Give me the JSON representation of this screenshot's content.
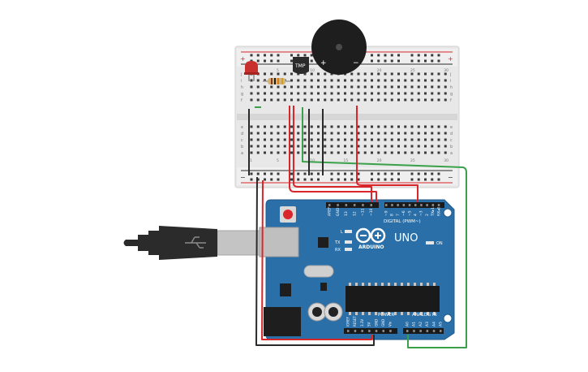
{
  "breadboard": {
    "columns": [
      "1",
      "5",
      "10",
      "15",
      "20",
      "25",
      "30"
    ],
    "rows_top": [
      "j",
      "i",
      "h",
      "g",
      "f"
    ],
    "rows_bottom": [
      "e",
      "d",
      "c",
      "b",
      "a"
    ],
    "rail_plus": "+",
    "rail_minus": "−"
  },
  "sensor": {
    "label": "TMP"
  },
  "buzzer": {
    "plus": "+",
    "minus": "−"
  },
  "arduino": {
    "brand": "ARDUINO",
    "model": "UNO",
    "digital_label": "DIGITAL (PWM~)",
    "power_label": "POWER",
    "analog_label": "ANALOG IN",
    "on_label": "ON",
    "l_label": "L",
    "tx_label": "TX",
    "rx_label": "RX",
    "digital_pins": [
      "AREF",
      "GND",
      "13",
      "12",
      "~11",
      "~10",
      "~9",
      "8",
      "7",
      "~6",
      "~5",
      "4",
      "~3",
      "2",
      "TX▸1",
      "RX◂0"
    ],
    "power_pins": [
      "IOREF",
      "RESET",
      "3.3V",
      "5V",
      "GND",
      "GND",
      "Vin"
    ],
    "analog_pins": [
      "A0",
      "A1",
      "A2",
      "A3",
      "A4",
      "A5"
    ]
  },
  "colors": {
    "board": "#2a6fa8",
    "breadboard": "#e6e6e6",
    "wire_red": "#d9262b",
    "wire_black": "#2b2b2b",
    "wire_green": "#3aa14a",
    "led": "#c8302e"
  }
}
